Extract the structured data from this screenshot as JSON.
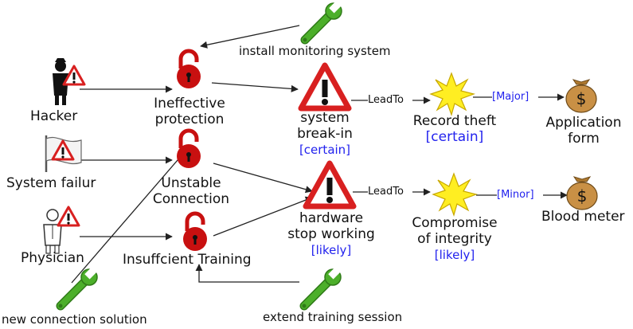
{
  "colors": {
    "lock_red": "#c81010",
    "warning_red": "#d82020",
    "wrench_green": "#4caf2a",
    "star_yellow": "#ffee22",
    "money_bag": "#c99045",
    "likelihood_blue": "#2222ee"
  },
  "threats": {
    "hacker": "Hacker",
    "system_failure": "System failur",
    "physician": "Physician"
  },
  "vulnerabilities": {
    "ineffective_protection": [
      "Ineffective",
      "protection"
    ],
    "unstable_connection": [
      "Unstable",
      "Connection"
    ],
    "insufficient_training": "Insuffcient Training"
  },
  "unwanted_incidents": {
    "system_breakin": [
      "system",
      "break-in"
    ],
    "system_breakin_likelihood": "[certain]",
    "hardware_stop": [
      "hardware",
      "stop working"
    ],
    "hardware_stop_likelihood": "[likely]"
  },
  "edge_labels": {
    "leadto_top": "LeadTo",
    "leadto_bottom": "LeadTo",
    "major": "[Major]",
    "minor": "[Minor]"
  },
  "risks": {
    "record_theft": "Record theft",
    "record_theft_likelihood": "[certain]",
    "compromise": [
      "Compromise",
      "of integrity"
    ],
    "compromise_likelihood": "[likely]"
  },
  "assets": {
    "application_form": [
      "Application",
      "form"
    ],
    "blood_meter": "Blood meter"
  },
  "treatments": {
    "install_monitoring": "install monitoring system",
    "new_connection": "new connection solution",
    "extend_training": "extend training session"
  }
}
